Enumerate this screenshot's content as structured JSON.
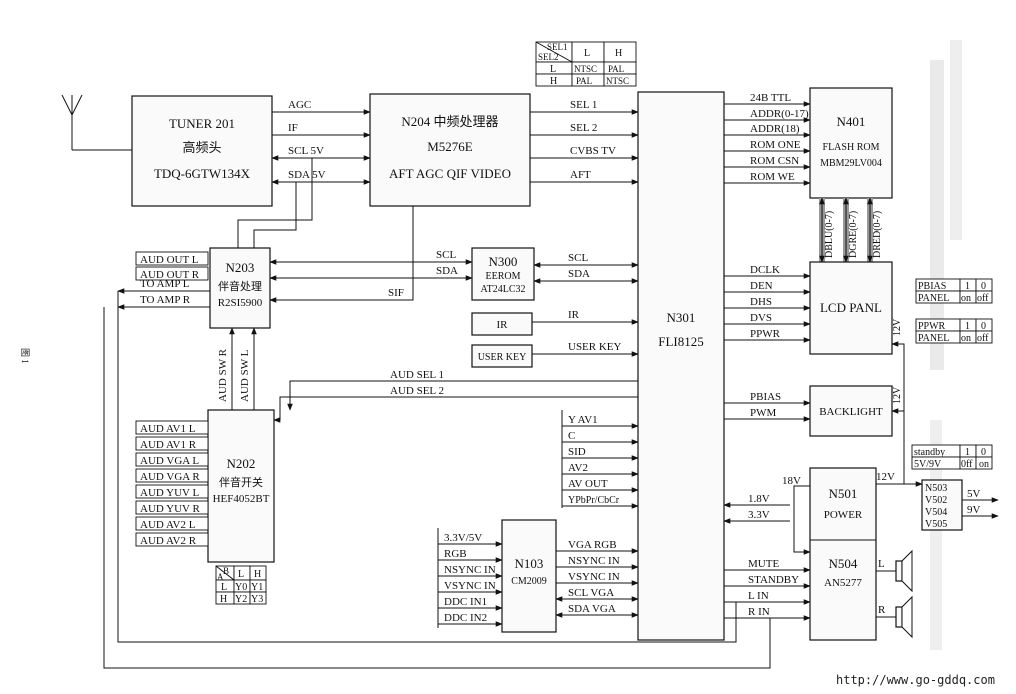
{
  "boxes": {
    "tuner": {
      "name": "TUNER 201",
      "sub": "高频头",
      "model": "TDQ-6GTW134X"
    },
    "n204": {
      "name": "N204 中频处理器",
      "model": "M5276E",
      "sub": "AFT AGC QIF VIDEO"
    },
    "n203": {
      "name": "N203",
      "sub": "伴音处理",
      "model": "R2SI5900"
    },
    "n300": {
      "name": "N300",
      "sub": "EEROM",
      "model": "AT24LC32"
    },
    "ir": {
      "name": "IR"
    },
    "userkey": {
      "name": "USER KEY"
    },
    "n301": {
      "name": "N301",
      "model": "FLI8125"
    },
    "n401": {
      "name": "N401",
      "sub": "FLASH ROM",
      "model": "MBM29LV004"
    },
    "lcd": {
      "name": "LCD PANL"
    },
    "backlight": {
      "name": "BACKLIGHT"
    },
    "n202": {
      "name": "N202",
      "sub": "伴音开关",
      "model": "HEF4052BT"
    },
    "n103": {
      "name": "N103",
      "model": "CM2009"
    },
    "n501": {
      "name": "N501",
      "sub": "POWER"
    },
    "n504": {
      "name": "N504",
      "model": "AN5277"
    },
    "n503": {
      "lines": [
        "N503",
        "V502",
        "V504",
        "V505"
      ]
    }
  },
  "signals": {
    "tuner_n204": [
      "AGC",
      "IF",
      "SCL 5V",
      "SDA 5V"
    ],
    "n204_n301": [
      "SEL 1",
      "SEL 2",
      "CVBS TV",
      "AFT"
    ],
    "n203_n300": [
      "SCL",
      "SDA"
    ],
    "n300_n301": [
      "SCL",
      "SDA"
    ],
    "sif": "SIF",
    "ir": "IR",
    "userkey": "USER KEY",
    "aud_sel": [
      "AUD SEL 1",
      "AUD SEL 2"
    ],
    "n301_n401": [
      "24B TTL",
      "ADDR(0-17)",
      "ADDR(18)",
      "ROM ONE",
      "ROM CSN",
      "ROM WE"
    ],
    "bus": [
      "DBLU(0-7)",
      "DGRE(0-7)",
      "DRED(0-7)"
    ],
    "n301_lcd": [
      "DCLK",
      "DEN",
      "DHS",
      "DVS",
      "PPWR"
    ],
    "n301_backlight": [
      "PBIAS",
      "PWM"
    ],
    "video_inputs": [
      "Y AV1",
      "C",
      "SID",
      "AV2",
      "AV OUT",
      "YPbPr/CbCr"
    ],
    "power_rails": [
      "1.8V",
      "3.3V"
    ],
    "n103_inputs": [
      "3.3V/5V",
      "RGB",
      "NSYNC IN",
      "VSYNC IN",
      "DDC IN1",
      "DDC IN2"
    ],
    "n103_n301": [
      "VGA RGB",
      "NSYNC IN",
      "VSYNC IN",
      "SCL VGA",
      "SDA VGA"
    ],
    "n301_n504": [
      "MUTE",
      "STANDBY",
      "L IN",
      "R IN"
    ],
    "n203_left": [
      "AUD OUT L",
      "AUD OUT R",
      "TO AMP L",
      "TO AMP R"
    ],
    "n202_to_n203": [
      "AUD SW R",
      "AUD SW L"
    ],
    "n202_inputs": [
      "AUD AV1 L",
      "AUD AV1 R",
      "AUD VGA L",
      "AUD VGA R",
      "AUD YUV L",
      "AUD YUV R",
      "AUD AV2 L",
      "AUD AV2 R"
    ],
    "v18": "18V",
    "v12": "12V",
    "out5v": "5V",
    "out9v": "9V",
    "spk_l": "L",
    "spk_r": "R"
  },
  "tables": {
    "sel": {
      "corner_top": "SEL1",
      "corner_bottom": "SEL2",
      "headers": [
        "L",
        "H"
      ],
      "rows": [
        [
          "L",
          "NTSC",
          "PAL"
        ],
        [
          "H",
          "PAL",
          "NTSC"
        ]
      ]
    },
    "ba": {
      "corner_top": "B",
      "corner_bottom": "A",
      "headers": [
        "L",
        "H"
      ],
      "rows": [
        [
          "L",
          "Y0",
          "Y1"
        ],
        [
          "H",
          "Y2",
          "Y3"
        ]
      ]
    },
    "pbias": {
      "rows": [
        [
          "PBIAS",
          "1",
          "0"
        ],
        [
          "PANEL",
          "on",
          "off"
        ]
      ]
    },
    "ppwr": {
      "rows": [
        [
          "PPWR",
          "1",
          "0"
        ],
        [
          "PANEL",
          "on",
          "off"
        ]
      ]
    },
    "standby": {
      "rows": [
        [
          "standby",
          "1",
          "0"
        ],
        [
          "5V/9V",
          "0ff",
          "on"
        ]
      ]
    }
  },
  "side_label": "图 1",
  "footer_url": "http://www.go-gddq.com"
}
